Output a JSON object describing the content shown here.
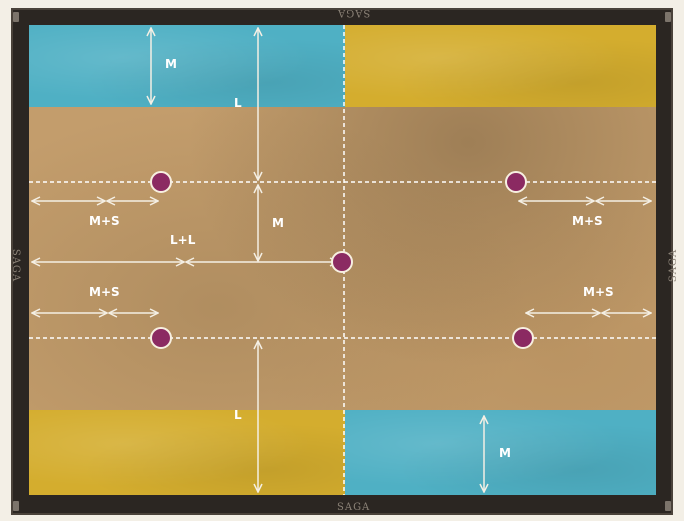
{
  "frame": {
    "top_text": "SAGA",
    "bottom_text": "SAGA",
    "left_text": "SAGA",
    "right_text": "SAGA"
  },
  "colors": {
    "frame": "#2b2622",
    "field": "#c39d6c",
    "zone_blue": "#4fb0c4",
    "zone_yellow": "#d4ad2e",
    "objective_marker": "#8b2a62",
    "guide_lines": "#ffffff"
  },
  "zones": {
    "top_left": "blue",
    "top_right": "yellow",
    "bottom_left": "yellow",
    "bottom_right": "blue"
  },
  "labels": {
    "top_zone_depth": "M",
    "top_distance": "L",
    "center_offset": "M",
    "upper_left_gap": "M+S",
    "upper_right_gap": "M+S",
    "center_reach": "L+L",
    "lower_left_gap": "M+S",
    "lower_right_gap": "M+S",
    "bottom_distance": "L",
    "bottom_zone_depth": "M"
  },
  "objectives": [
    {
      "name": "objective-upper-left"
    },
    {
      "name": "objective-upper-right"
    },
    {
      "name": "objective-center"
    },
    {
      "name": "objective-lower-left"
    },
    {
      "name": "objective-lower-right"
    }
  ]
}
